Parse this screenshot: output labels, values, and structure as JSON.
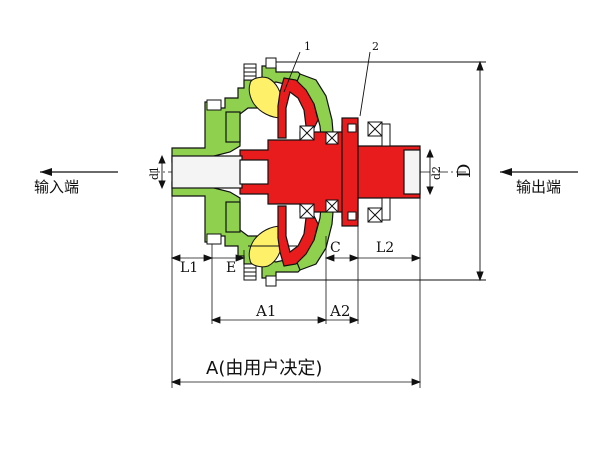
{
  "labels": {
    "input_end": "输入端",
    "output_end": "输出端",
    "part1": "1",
    "part2": "2",
    "d1": "d1",
    "d2": "d2",
    "D": "D",
    "L1": "L1",
    "E": "E",
    "C": "C",
    "L2": "L2",
    "A1": "A1",
    "A2": "A2",
    "A_total": "A(由用户决定)"
  },
  "colors": {
    "housing_green": "#8fd14f",
    "shaft_red": "#e81c1c",
    "oil_yellow": "#fff06a",
    "line": "#111111",
    "background": "#ffffff"
  }
}
